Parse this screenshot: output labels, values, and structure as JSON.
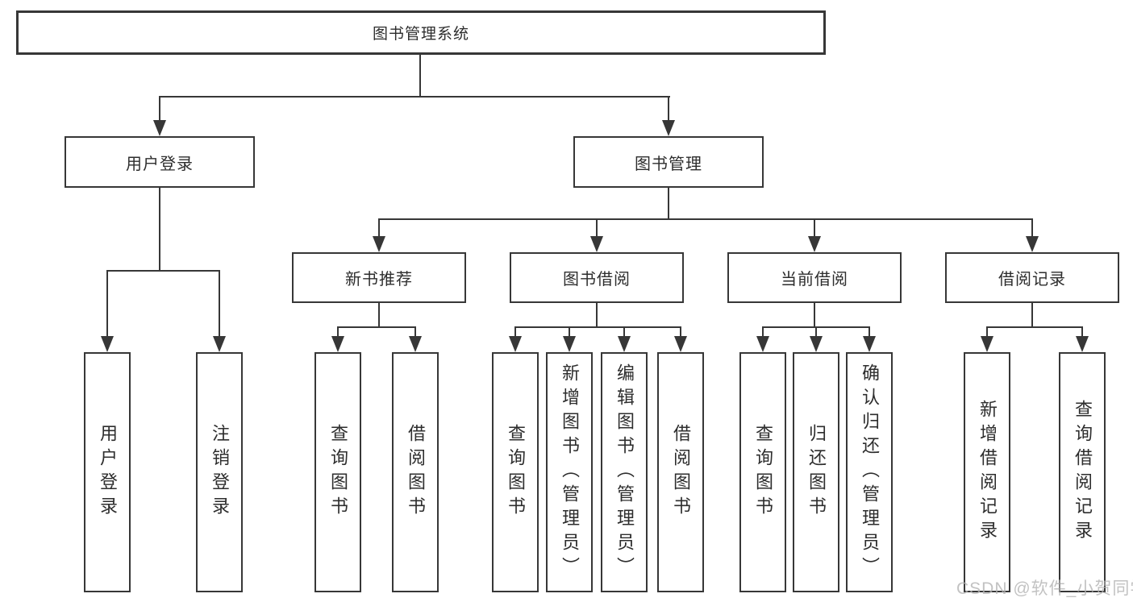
{
  "nodes": {
    "root": "图书管理系统",
    "user_login": "用户登录",
    "book_management": "图书管理",
    "new_book_recommend": "新书推荐",
    "book_borrowing": "图书借阅",
    "current_borrowing": "当前借阅",
    "borrowing_records": "借阅记录"
  },
  "leaves": [
    "用户登录",
    "注销登录",
    "查询图书",
    "借阅图书",
    "查询图书",
    "新增图书（管理员）",
    "编辑图书（管理员）",
    "借阅图书",
    "查询图书",
    "归还图书",
    "确认归还（管理员）",
    "新增借阅记录",
    "查询借阅记录"
  ],
  "watermark": "CSDN @软件_小贺同学",
  "colors": {
    "line": "#373737",
    "text": "#2d2d2d",
    "watermark": "#b3b3b3",
    "background": "#ffffff"
  }
}
